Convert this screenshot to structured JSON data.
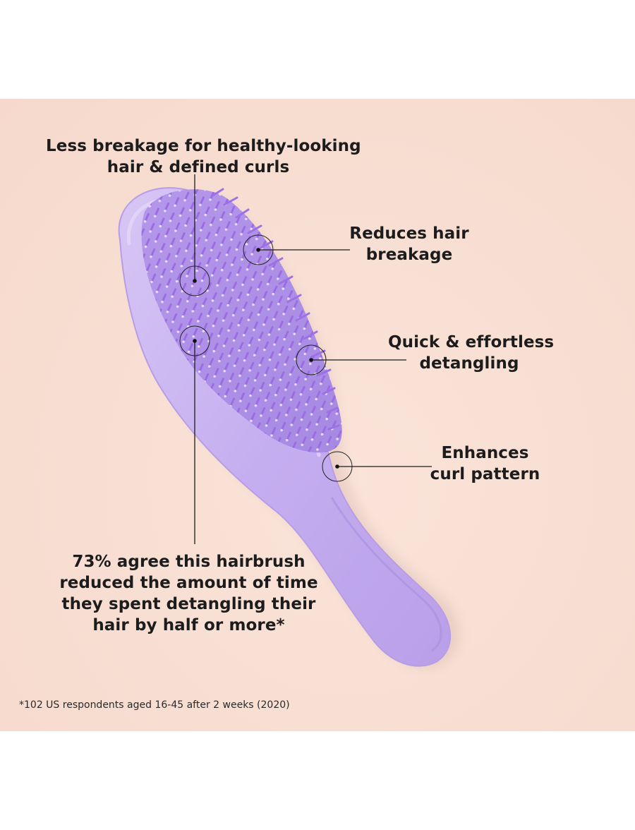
{
  "callouts": {
    "breakage_curls": {
      "line1": "Less breakage for healthy-looking",
      "line2": "hair & defined curls"
    },
    "reduces_breakage": {
      "line1": "Reduces hair",
      "line2": "breakage"
    },
    "detangling": {
      "line1": "Quick & effortless",
      "line2": "detangling"
    },
    "curl_pattern": {
      "line1": "Enhances",
      "line2": "curl pattern"
    },
    "survey": {
      "line1": "73% agree this hairbrush",
      "line2": "reduced the amount of time",
      "line3": "they spent detangling their",
      "line4": "hair by half or more*"
    }
  },
  "footnote": "*102 US respondents aged 16-45 after 2 weeks (2020)",
  "colors": {
    "background": "#f8dfd3",
    "brush_body": "#c9b3ee",
    "brush_pad": "#b89be8",
    "bristles": "#9b6fe0",
    "text": "#1c1c1c"
  }
}
